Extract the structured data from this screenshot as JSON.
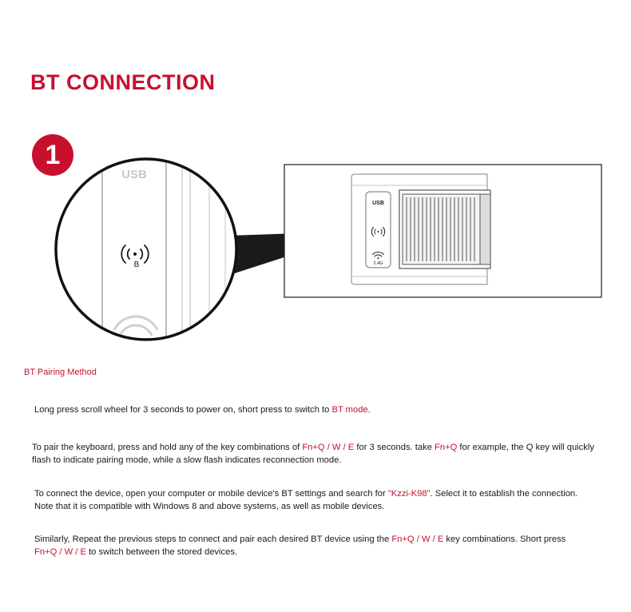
{
  "title": "BT CONNECTION",
  "step_number": "1",
  "diagram": {
    "zoom_port_label": "USB",
    "zoom_bt_letter": "B",
    "panel_labels": {
      "usb": "USB",
      "band": "2.4G"
    }
  },
  "section_label": "BT Pairing Method",
  "paragraphs": {
    "p1": {
      "t1": "Long press scroll wheel for 3 seconds to power on, short press to switch to ",
      "h1": "BT mode",
      "t2": "."
    },
    "p2": {
      "t1": "To pair the keyboard, press and hold any of the key combinations of ",
      "h1": "Fn+Q / W / E",
      "t2": " for 3 seconds. take ",
      "h2": "Fn+Q",
      "t3": " for example, the Q key will quickly",
      "t4": "flash to indicate pairing mode,  while a slow flash indicates reconnection mode."
    },
    "p3": {
      "t1": "To connect the device, open your computer or mobile device's BT settings and search for ",
      "h1": "\"Kzzi-K98\"",
      "t2": ". Select it to establish the connection.",
      "t3": "Note that it is compatible with Windows 8 and above systems, as well as mobile devices."
    },
    "p4": {
      "t1": "Similarly, Repeat the previous steps to connect and pair each desired BT device using the ",
      "h1": "Fn+Q / W / E",
      "t2": " key combinations. Short press",
      "h2": "Fn+Q / W / E",
      "t3": " to switch between the stored devices."
    }
  }
}
